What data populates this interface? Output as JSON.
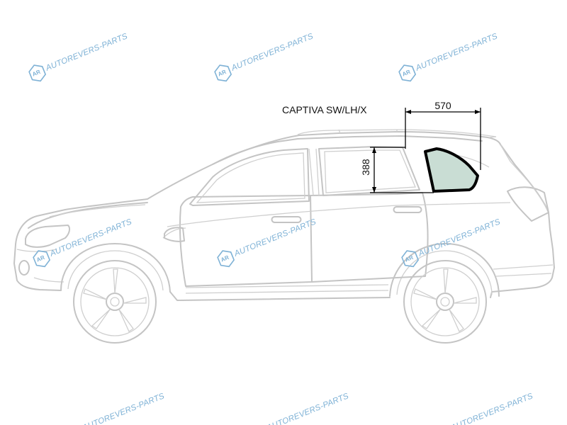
{
  "diagram": {
    "model_label": "CAPTIVA SW/LH/X",
    "width_dimension": "570",
    "height_dimension": "388",
    "glass_color": "#c9ddd4",
    "outline_color": "#c4c4c4"
  },
  "watermark": {
    "text": "AUTOREVERS-PARTS",
    "logo_text": "AR",
    "color": "#7fb2d6"
  }
}
